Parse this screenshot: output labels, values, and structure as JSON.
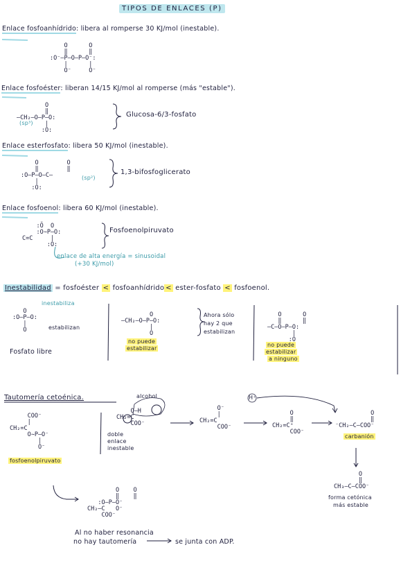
{
  "title": "TIPOS DE ENLACES (P)",
  "s1": {
    "term": "Enlace fosfoanhídrido",
    "desc": ": libera al romperse 30 KJ/mol (inestable).",
    "mol": "    O      O\n    ‖      ‖\n:O⁻–P–O–P–O⁻:\n    |      |\n    O⁻     O⁻"
  },
  "s2": {
    "term": "Enlace fosfoéster",
    "desc": ": liberan 14/15 KJ/mol al romperse (más \"estable\").",
    "mol": "        O\n        ‖\n–CH₂–O–P–O:\n        |\n       :O:",
    "sp3": "(sp³)",
    "name": "Glucosa-6/3-fosfato"
  },
  "s3": {
    "term": "Enlace esterfosfato",
    "desc": ": libera 50 KJ/mol (inestable).",
    "mol": "    O        O\n    ‖        ‖\n:O–P–O–C–\n    |\n   :O:",
    "sp2": "(sp²)",
    "name": "1,3-bifosfoglicerato"
  },
  "s4": {
    "term": "Enlace fosfoenol",
    "desc": ": libera 60 KJ/mol (inestable).",
    "mol": "    :Ö  O\n    :O∼P–O:\nC=C     |\n       :O:",
    "name": "Fosfoenolpiruvato",
    "note1": "enlace de alta energía = sinusoidal",
    "note2": "(+30 KJ/mol)"
  },
  "s5": {
    "label": "Inestabilidad",
    "sep": " =",
    "a": "fosfoéster",
    "b": "fosfoanhídrido",
    "c": "ester-fosfato",
    "d": "fosfoenol.",
    "lt": "<",
    "inest": "inestabiliza",
    "mol1": "   O\n:O–P–O:\n   |\n   O",
    "estab": "estabilizan",
    "free": "Fosfato libre",
    "mol2": "        O\n–CH₂–O–P–O:\n        |\n        O",
    "np1": "no puede",
    "np2": "estabilizar",
    "now1": "Ahora sólo",
    "now2": "hay 2 que",
    "now3": "estabilizan",
    "mol3": "   O      O\n   ‖      ‖\n–C–O–P–O:\n       |\n      :O",
    "np3": "no puede",
    "np4": "estabilizar",
    "np5": "a ninguno"
  },
  "s6": {
    "label": "Tautomería cetoénica.",
    "molA": "     COO⁻\n     |\nCH₂=C\n     O∼P–O⁻\n        |\n        O⁻",
    "pep": "fosfoenolpiruvato",
    "alcohol": "alcohol",
    "molB": "    O–H\nCH₂=C\n    COO⁻",
    "doble1": "doble",
    "doble2": "enlace",
    "doble3": "inestable",
    "molC": "     O⁻\n     |\nCH₂=C\n     COO⁻",
    "molD": "     O\n     ‖\nCH₂=C⁺\n     COO⁻",
    "hplus": "H⁺",
    "molE": "          O\n          ‖\n⁻CH₂–C–COO⁻",
    "carbanion": "carbanión",
    "molF": "       O\n       ‖\nCH₃–C–COO⁻",
    "keto1": "forma cetónica",
    "keto2": "más estable",
    "molG": "        O    O\n        ‖    ‖\n   :O–P–O⁻\nCH₂–C   O⁻\n    COO⁻",
    "res1": "Al no haber resonancia",
    "res2": "no hay tautomería",
    "res3": "se junta con ADP."
  }
}
